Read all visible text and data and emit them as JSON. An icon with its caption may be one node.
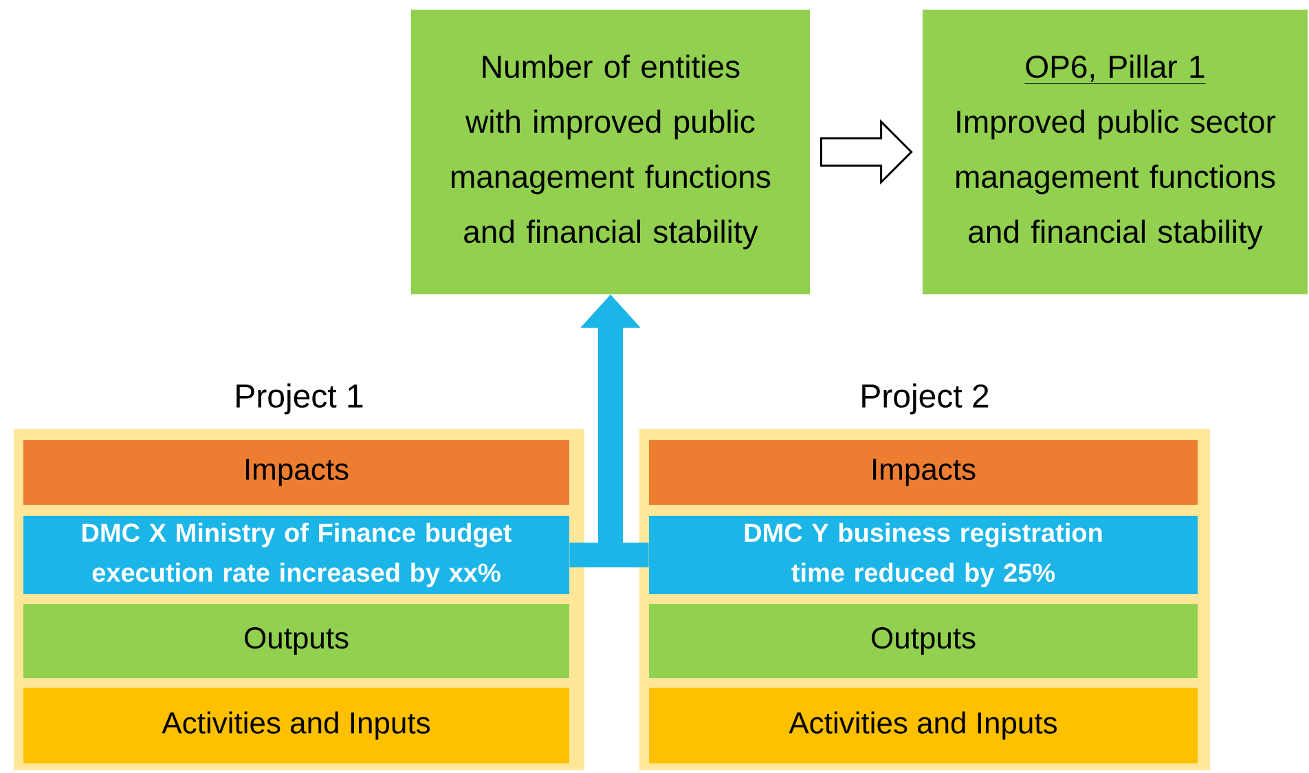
{
  "diagram": {
    "nodes": [
      {
        "text": [
          "Number of entities with improved public management functions and financial stability"
        ]
      },
      {
        "text": [
          "OP6, Pillar 1",
          "Improved public sector management functions and financial stability"
        ]
      },
      {
        "text": [
          "Project 1"
        ]
      },
      {
        "text": [
          "Impacts"
        ],
        "in": 2
      },
      {
        "text": [
          "DMC X Ministry of Finance budget execution rate increased by xx%"
        ],
        "in": 2
      },
      {
        "text": [
          "Outputs"
        ],
        "in": 2
      },
      {
        "text": [
          "Activities and Inputs"
        ],
        "in": 2
      },
      {
        "text": [
          "Project 2"
        ]
      },
      {
        "text": [
          "Impacts"
        ],
        "in": 7
      },
      {
        "text": [
          "DMC Y business registration time reduced by 25%"
        ],
        "in": 7
      },
      {
        "text": [
          "Outputs"
        ],
        "in": 7
      },
      {
        "text": [
          "Activities and Inputs"
        ],
        "in": 7
      }
    ],
    "edges": [
      {
        "from": 0,
        "to": 1,
        "arrow": "to",
        "color": "#000000"
      },
      {
        "from": 4,
        "to": 0,
        "arrow": "to"
      },
      {
        "from": 9,
        "to": 0,
        "arrow": "to"
      }
    ]
  }
}
